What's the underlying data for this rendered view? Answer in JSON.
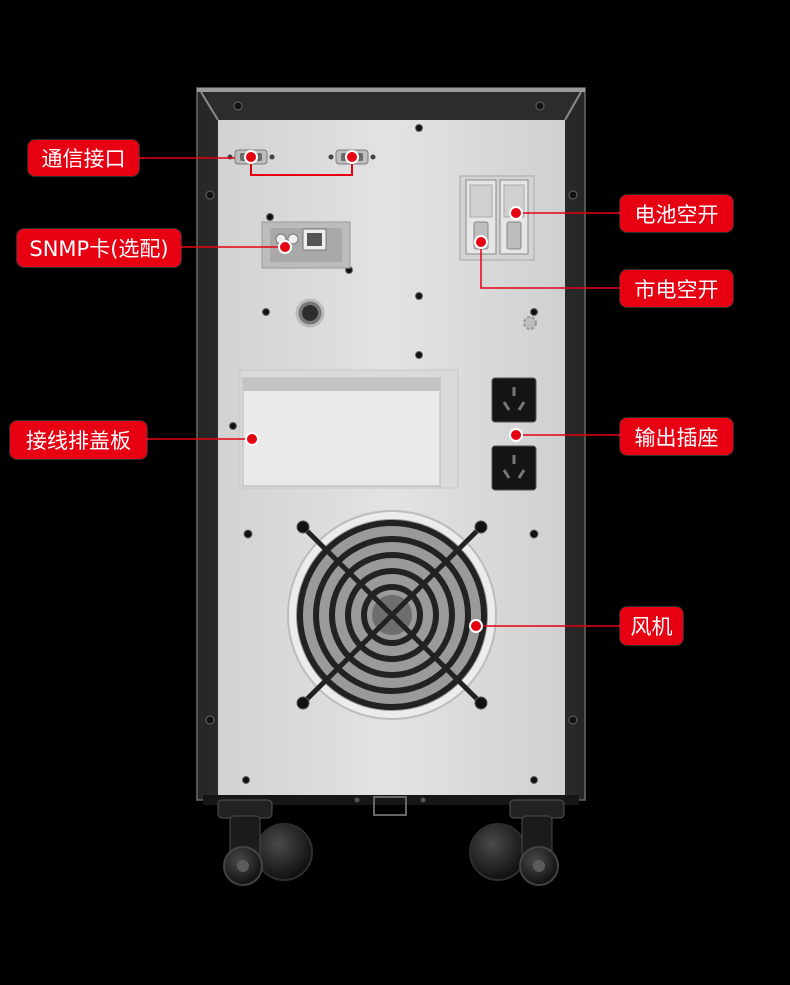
{
  "colors": {
    "accent": "#e60012",
    "background": "#000000"
  },
  "callouts": {
    "comm_port": "通信接口",
    "snmp_card": "SNMP卡(选配)",
    "terminal_cover": "接线排盖板",
    "battery_breaker": "电池空开",
    "mains_breaker": "市电空开",
    "output_socket": "输出插座",
    "fan": "风机"
  }
}
